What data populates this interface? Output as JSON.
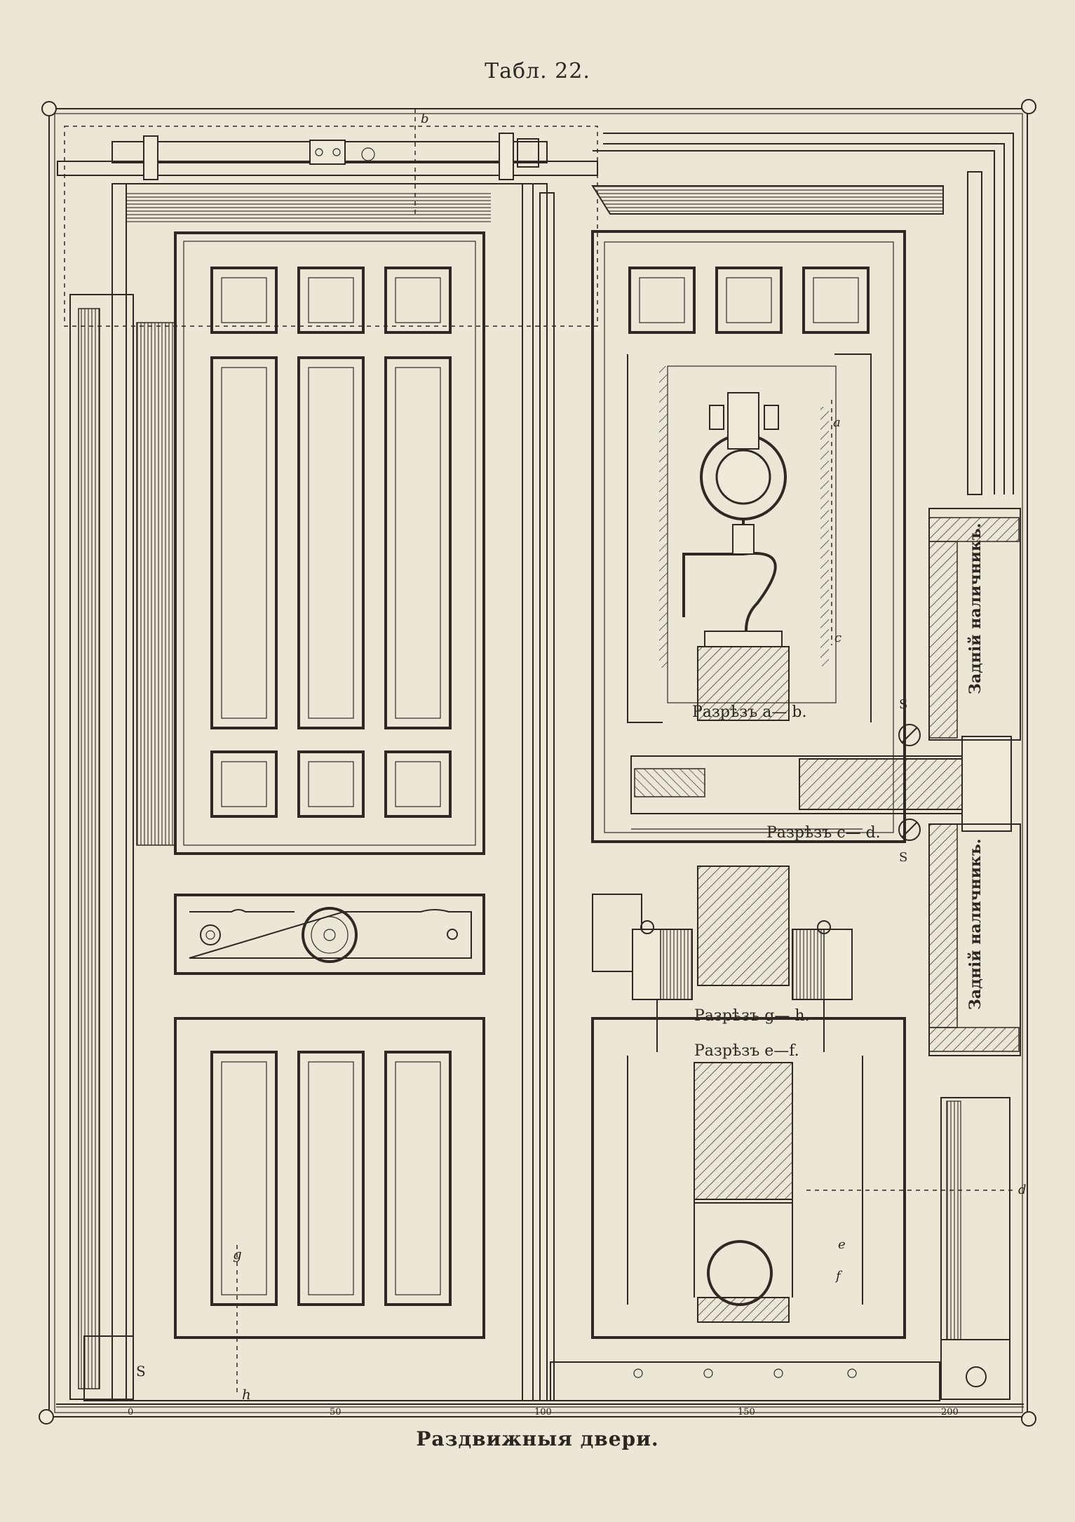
{
  "plate": {
    "title": "Табл. 22.",
    "caption": "Раздвижныя двери."
  },
  "sections": {
    "ab": "Разрѣзъ a— b.",
    "cd": "Разрѣзъ c— d.",
    "gh": "Разрѣзъ g— h.",
    "ef": "Разрѣзъ e—f."
  },
  "side_labels": {
    "upper": "Задній наличникъ.",
    "lower": "Задній наличникъ."
  },
  "scale": {
    "ticks": [
      "0",
      "50",
      "100",
      "150",
      "200"
    ]
  },
  "markers": {
    "a": "a",
    "b": "b",
    "c": "c",
    "d": "d",
    "e": "e",
    "f": "f",
    "g": "g",
    "h": "h",
    "s_top": "S",
    "s_bottom": "S",
    "s_door": "S"
  }
}
